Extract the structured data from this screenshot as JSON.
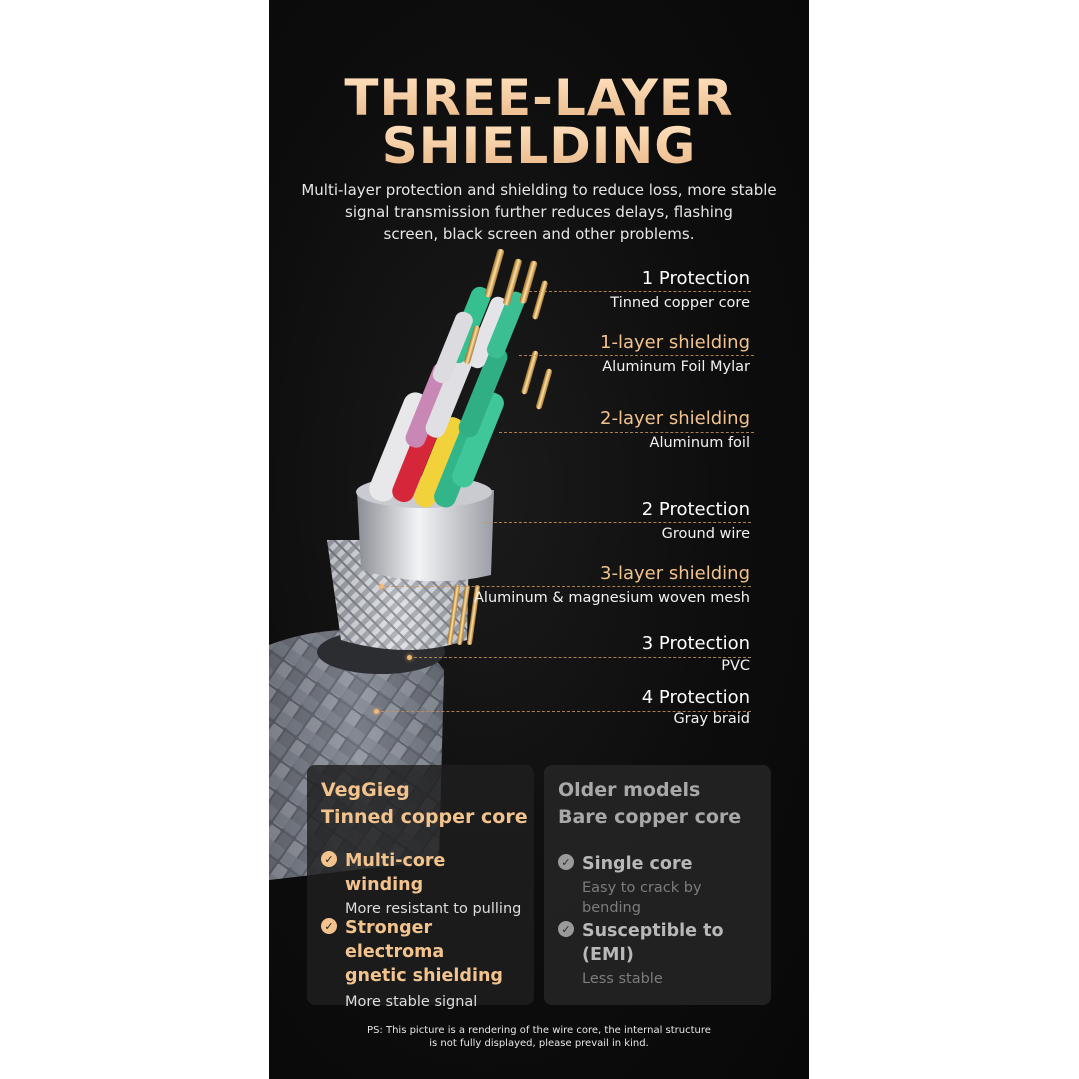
{
  "title": {
    "line1": "THREE-LAYER",
    "line2": "SHIELDING"
  },
  "subtitle": {
    "line1": "Multi-layer protection and shielding to reduce loss, more stable",
    "line2": "signal transmission further reduces delays, flashing",
    "line3": "screen, black screen and other problems."
  },
  "labels": [
    {
      "heading": "1 Protection",
      "sub": "Tinned copper core",
      "highlight": false
    },
    {
      "heading": "1-layer shielding",
      "sub": "Aluminum Foil Mylar",
      "highlight": true
    },
    {
      "heading": "2-layer shielding",
      "sub": "Aluminum foil",
      "highlight": true
    },
    {
      "heading": "2 Protection",
      "sub": "Ground wire",
      "highlight": false
    },
    {
      "heading": "3-layer shielding",
      "sub": "Aluminum & magnesium woven mesh",
      "highlight": true
    },
    {
      "heading": "3 Protection",
      "sub": "PVC",
      "highlight": false
    },
    {
      "heading": "4 Protection",
      "sub": "Gray braid",
      "highlight": false
    }
  ],
  "comparison": {
    "left": {
      "title_line1": "VegGieg",
      "title_line2": "Tinned copper core",
      "items": [
        {
          "heading": "Multi-core winding",
          "sub": "More resistant to pulling"
        },
        {
          "heading_line1": "Stronger electroma",
          "heading_line2": "gnetic shielding",
          "sub": "More stable signal"
        }
      ]
    },
    "right": {
      "title_line1": "Older models",
      "title_line2": "Bare copper core",
      "items": [
        {
          "heading": "Single core",
          "sub": "Easy to crack by bending"
        },
        {
          "heading": "Susceptible to (EMI)",
          "sub": "Less stable"
        }
      ]
    }
  },
  "footnote": {
    "line1": "PS: This picture is a rendering of the wire core, the internal structure",
    "line2": "is not fully displayed, please prevail in kind."
  },
  "colors": {
    "accent_gold": "#f3c38e",
    "background": "#0d0d0d",
    "muted_gray": "#a8a8a8"
  },
  "icons": {
    "check": "check-circle-icon"
  }
}
